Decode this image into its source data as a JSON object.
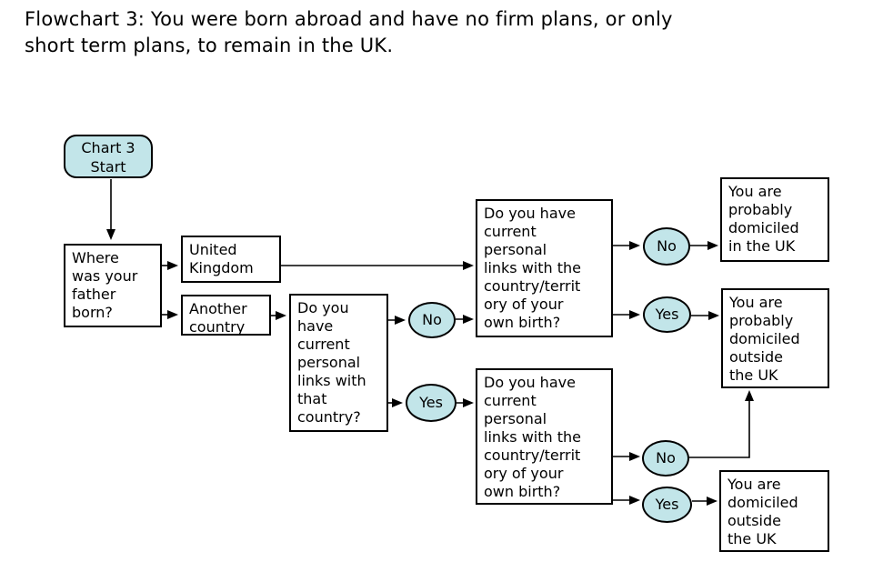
{
  "title": {
    "lines": [
      "Flowchart 3: You were born abroad and have no firm plans, or only",
      "short term plans, to remain in the UK."
    ]
  },
  "colors": {
    "node_fill": "#c2e5e9",
    "border": "#000000",
    "background": "#ffffff",
    "text": "#000000"
  },
  "nodes": {
    "start": {
      "lines": [
        "Chart 3",
        "Start"
      ]
    },
    "father_born": {
      "lines": [
        "Where",
        "was your",
        "father",
        "born?"
      ]
    },
    "united_kingdom": {
      "lines": [
        "United",
        "Kingdom"
      ]
    },
    "another_country": {
      "lines": [
        "Another",
        "country"
      ]
    },
    "links_that_country": {
      "lines": [
        "Do you",
        "have",
        "current",
        "personal",
        "links with",
        "that",
        "country?"
      ]
    },
    "no_1": {
      "label": "No"
    },
    "yes_1": {
      "label": "Yes"
    },
    "links_birth_country_upper": {
      "lines": [
        "Do you have",
        "current",
        "personal",
        "links with the",
        "country/territ",
        "ory of your",
        "own birth?"
      ]
    },
    "no_2": {
      "label": "No"
    },
    "yes_2": {
      "label": "Yes"
    },
    "outcome_probably_in_uk": {
      "lines": [
        "You are",
        "probably",
        "domiciled",
        "in the UK"
      ]
    },
    "outcome_probably_outside_uk": {
      "lines": [
        "You are",
        "probably",
        "domiciled",
        "outside",
        "the UK"
      ]
    },
    "links_birth_country_lower": {
      "lines": [
        "Do you have",
        "current",
        "personal",
        "links with the",
        "country/territ",
        "ory of your",
        "own birth?"
      ]
    },
    "no_3": {
      "label": "No"
    },
    "yes_3": {
      "label": "Yes"
    },
    "outcome_domiciled_outside_uk": {
      "lines": [
        "You are",
        "domiciled",
        "outside",
        "the UK"
      ]
    }
  }
}
